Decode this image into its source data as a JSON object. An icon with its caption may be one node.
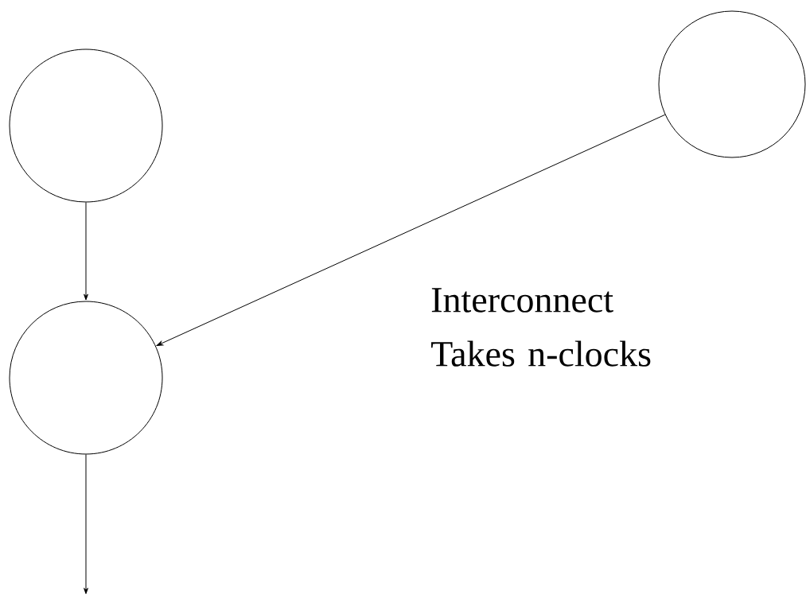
{
  "diagram": {
    "nodes": [
      {
        "text": [],
        "shape": "circle"
      },
      {
        "text": [],
        "shape": "circle"
      },
      {
        "text": [],
        "shape": "circle"
      }
    ],
    "edges": [
      {
        "from": 0,
        "to": 2,
        "arrow": "to"
      },
      {
        "from": 1,
        "to": 2,
        "arrow": "to"
      },
      {
        "from": 2,
        "to": null,
        "arrow": "to"
      }
    ],
    "labels": [
      "Interconnect Takes n-clocks"
    ]
  }
}
